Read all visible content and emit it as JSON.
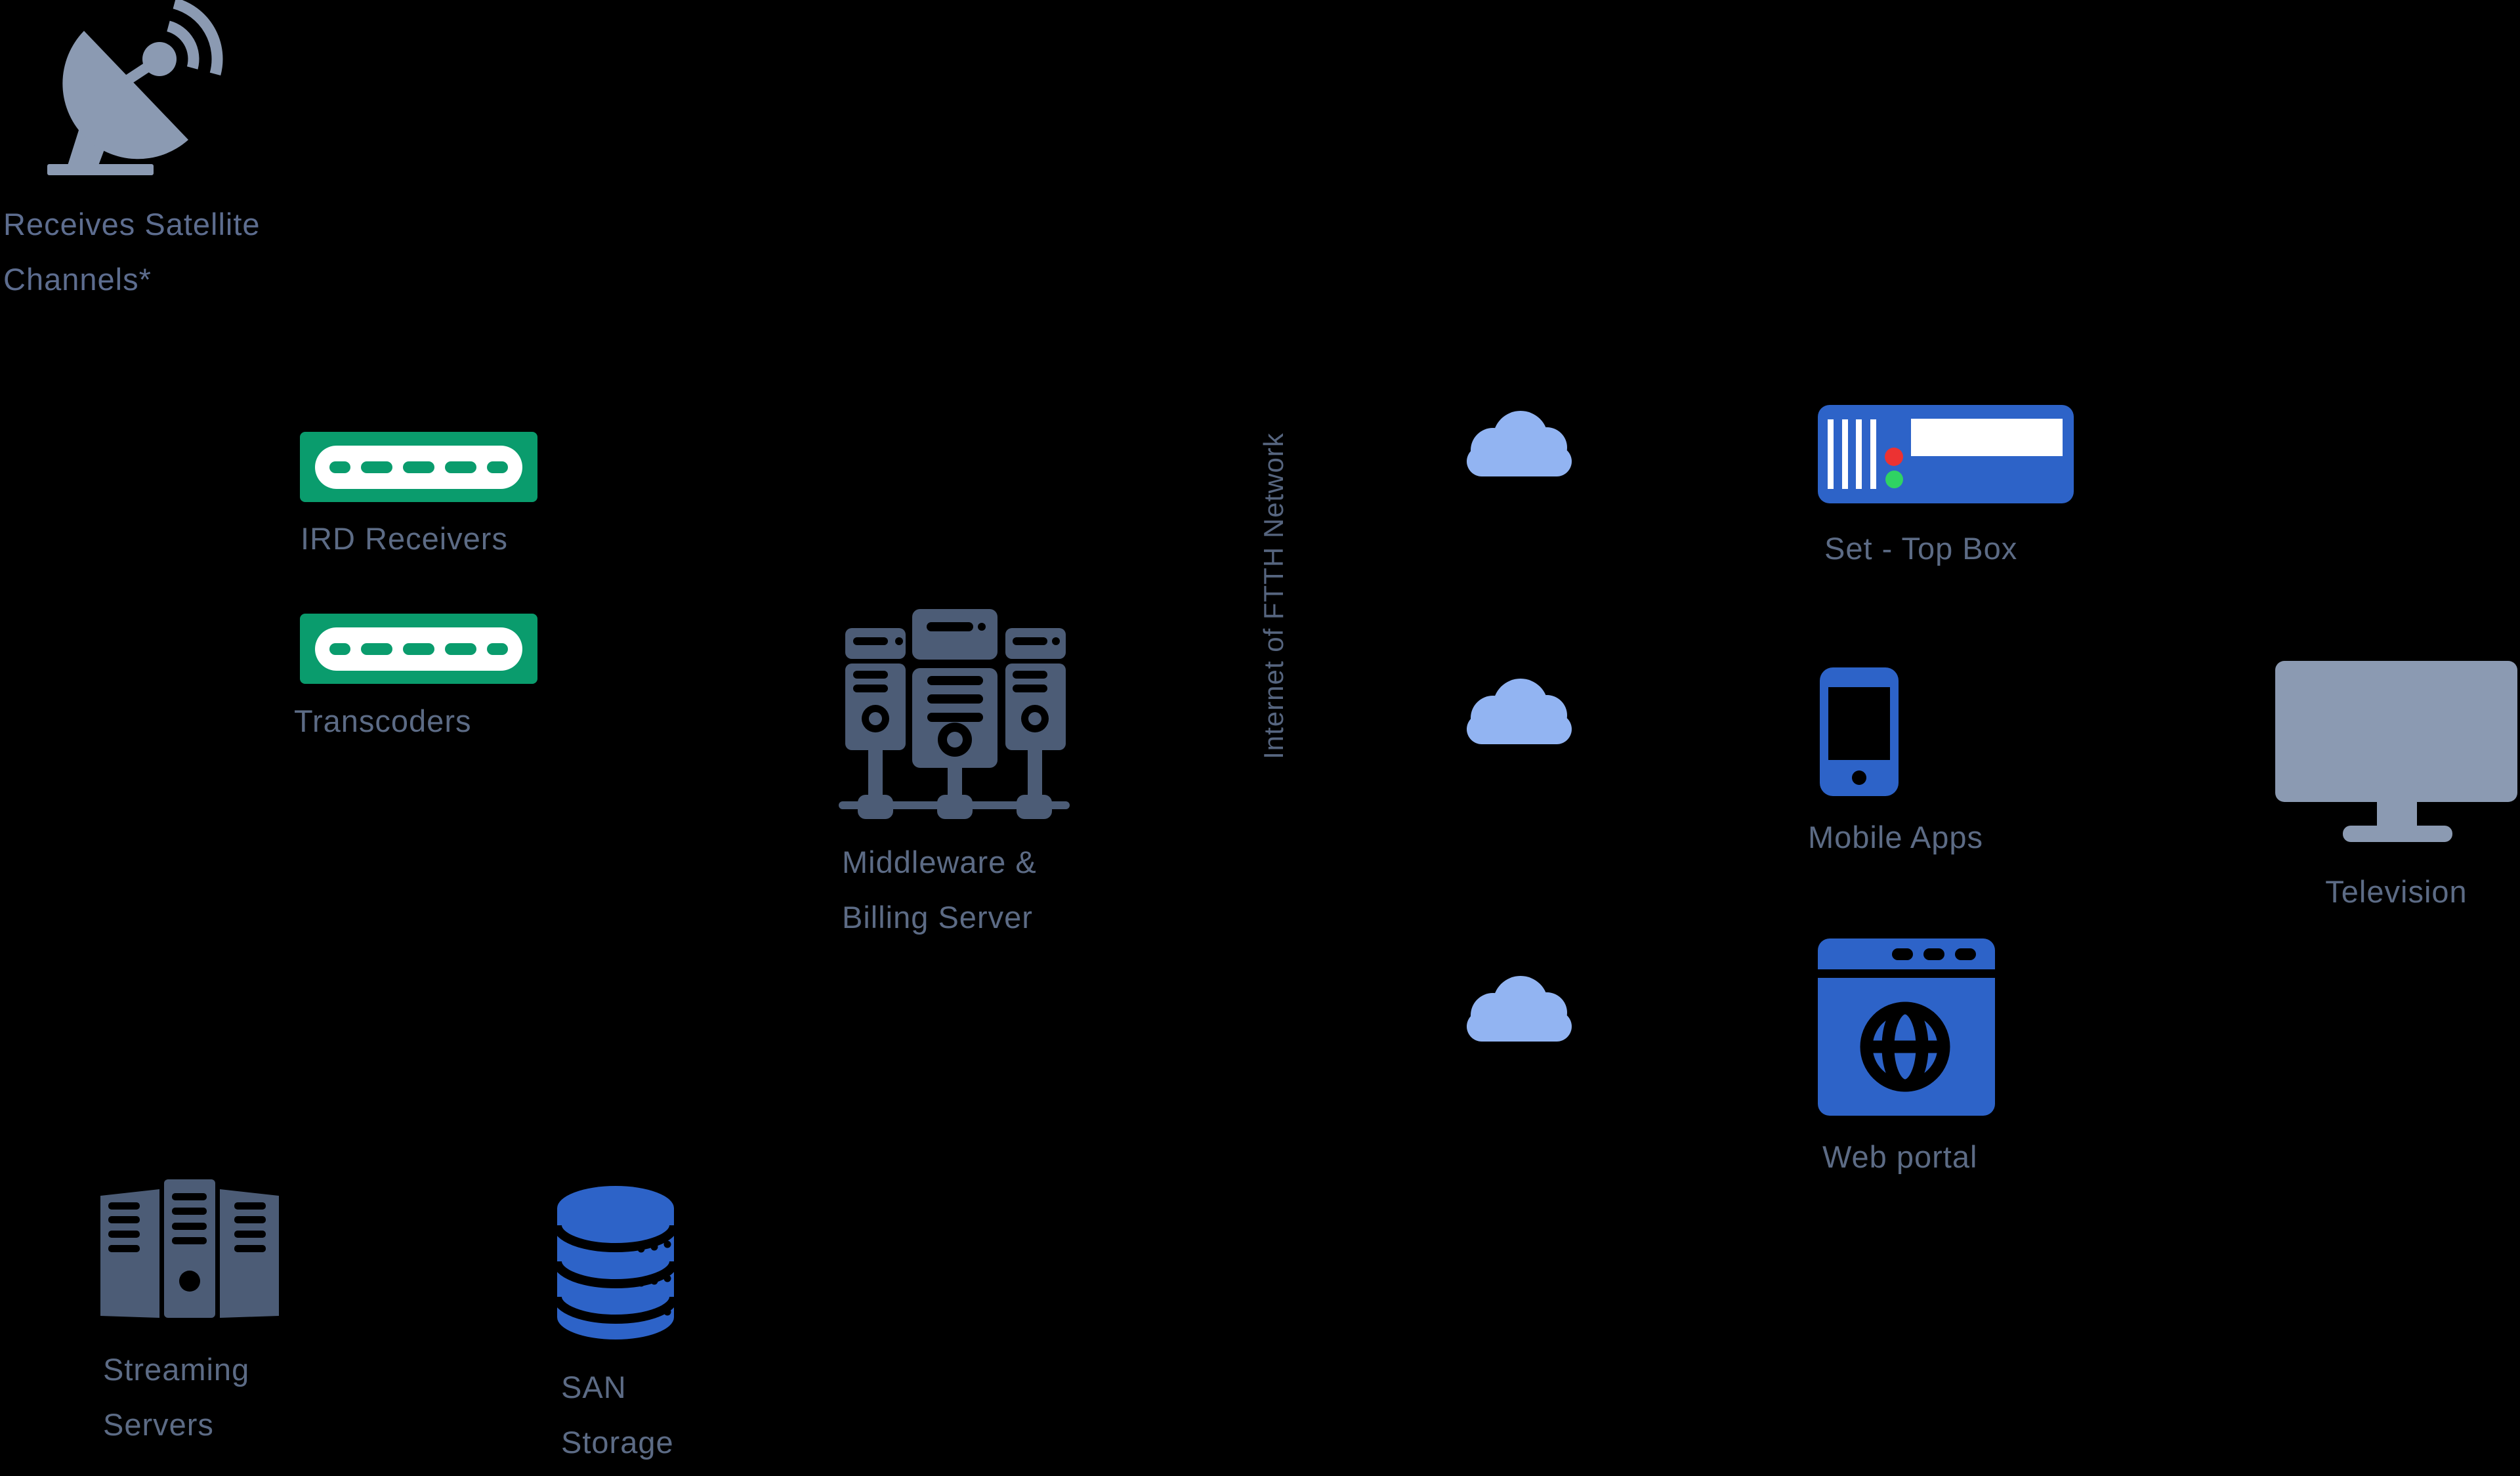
{
  "diagram": {
    "background": "#000000",
    "colors": {
      "icon_slate_light": "#8B9AB2",
      "icon_slate_dark": "#4C5C76",
      "label_text": "#5C6B85",
      "rack_green": "#0A9C6D",
      "device_blue": "#2D63C8",
      "cloud_blue": "#92B4F2",
      "led_red": "#EC3232",
      "led_green": "#2FD363",
      "white": "#FFFFFF"
    },
    "nodes": {
      "satellite": {
        "icon": "satellite-dish-icon",
        "label_line1": "Receives Satellite",
        "label_line2": "Channels*"
      },
      "ird": {
        "icon": "rack-unit-icon",
        "label": "IRD Receivers"
      },
      "transcoders": {
        "icon": "rack-unit-icon",
        "label": "Transcoders"
      },
      "middleware": {
        "icon": "server-cluster-icon",
        "label_line1": "Middleware &",
        "label_line2": "Billing Server"
      },
      "ftth_network": {
        "label": "Internet of FTTH Network"
      },
      "clouds": {
        "icon": "cloud-icon",
        "count": 3
      },
      "set_top_box": {
        "icon": "set-top-box-icon",
        "label": "Set - Top Box"
      },
      "mobile_apps": {
        "icon": "smartphone-icon",
        "label": "Mobile Apps"
      },
      "web_portal": {
        "icon": "browser-globe-icon",
        "label": "Web portal"
      },
      "television": {
        "icon": "tv-icon",
        "label": "Television"
      },
      "streaming_servers": {
        "icon": "server-towers-icon",
        "label_line1": "Streaming",
        "label_line2": "Servers"
      },
      "san_storage": {
        "icon": "database-icon",
        "label_line1": "SAN",
        "label_line2": "Storage"
      }
    }
  }
}
